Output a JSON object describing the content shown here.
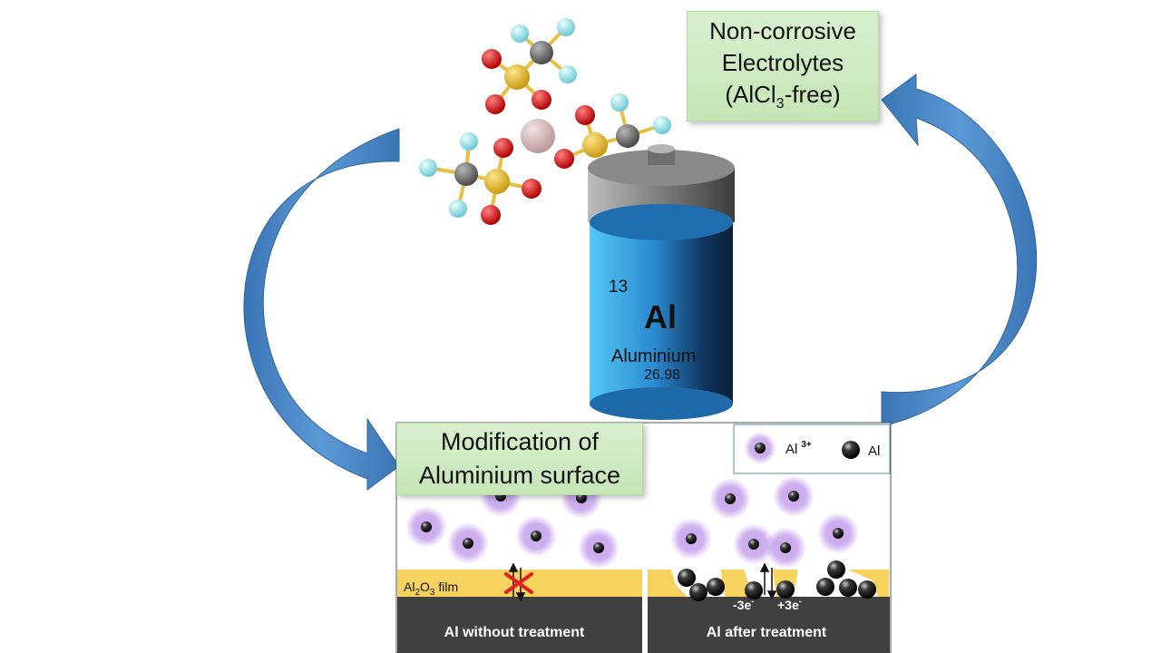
{
  "electrolyte_box": {
    "line1": "Non-corrosive",
    "line2": "Electrolytes",
    "line3_prefix": "(AlCl",
    "line3_sub": "3",
    "line3_suffix": "-free)"
  },
  "modification_box": {
    "line1": "Modification of",
    "line2": "Aluminium surface"
  },
  "element_card": {
    "atomic_number": "13",
    "symbol": "Al",
    "name": "Aluminium",
    "mass": "26.98"
  },
  "legend": {
    "ion_label": "Al",
    "ion_charge": "3+",
    "metal_label": "Al"
  },
  "left_panel": {
    "film_prefix": "Al",
    "film_sub1": "2",
    "film_mid": "O",
    "film_sub2": "3",
    "film_suffix": " film",
    "caption": "Al without treatment"
  },
  "right_panel": {
    "minus_label": "-3e",
    "minus_sup": "-",
    "plus_label": "+3e",
    "plus_sup": "-",
    "caption": "Al after treatment"
  },
  "colors": {
    "arrow_blue": "#4f8cc9",
    "film_yellow": "#f8d25f",
    "metal_gray": "#404040",
    "ion_glow": "#a070d8",
    "box_green": "#cfe9c3",
    "cross_red": "#e02020"
  }
}
